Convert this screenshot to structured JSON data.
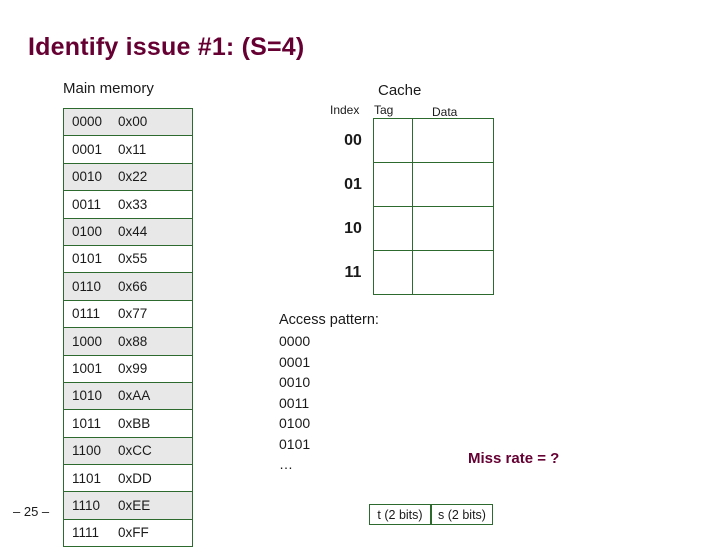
{
  "slide": {
    "title": "Identify issue #1: (S=4)",
    "page_number": "– 25 –"
  },
  "main_memory": {
    "label": "Main memory",
    "rows": [
      {
        "address": "0000",
        "data": "0x00"
      },
      {
        "address": "0001",
        "data": "0x11"
      },
      {
        "address": "0010",
        "data": "0x22"
      },
      {
        "address": "0011",
        "data": "0x33"
      },
      {
        "address": "0100",
        "data": "0x44"
      },
      {
        "address": "0101",
        "data": "0x55"
      },
      {
        "address": "0110",
        "data": "0x66"
      },
      {
        "address": "0111",
        "data": "0x77"
      },
      {
        "address": "1000",
        "data": "0x88"
      },
      {
        "address": "1001",
        "data": "0x99"
      },
      {
        "address": "1010",
        "data": "0xAA"
      },
      {
        "address": "1011",
        "data": "0xBB"
      },
      {
        "address": "1100",
        "data": "0xCC"
      },
      {
        "address": "1101",
        "data": "0xDD"
      },
      {
        "address": "1110",
        "data": "0xEE"
      },
      {
        "address": "1111",
        "data": "0xFF"
      }
    ]
  },
  "cache": {
    "label": "Cache",
    "headers": {
      "index": "Index",
      "tag": "Tag",
      "data": "Data"
    },
    "rows": [
      {
        "index": "00",
        "tag": "",
        "data": ""
      },
      {
        "index": "01",
        "tag": "",
        "data": ""
      },
      {
        "index": "10",
        "tag": "",
        "data": ""
      },
      {
        "index": "11",
        "tag": "",
        "data": ""
      }
    ]
  },
  "access_pattern": {
    "title": "Access pattern:",
    "items": [
      "0000",
      "0001",
      "0010",
      "0011",
      "0100",
      "0101",
      "…"
    ]
  },
  "miss_rate": {
    "text": "Miss rate = ?"
  },
  "bit_fields": {
    "tag": "t (2 bits)",
    "set": "s (2 bits)"
  }
}
